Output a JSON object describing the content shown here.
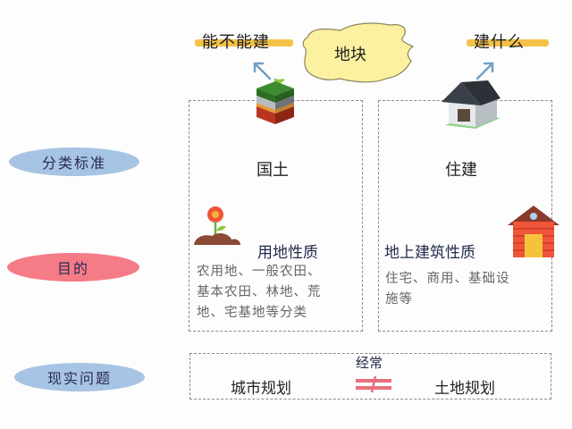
{
  "top": {
    "left_question": "能不能建",
    "center_cloud": "地块",
    "right_question": "建什么"
  },
  "row_labels": [
    {
      "label": "分类标准",
      "color": "#a7c4e4"
    },
    {
      "label": "目的",
      "color": "#f57b87"
    },
    {
      "label": "现实问题",
      "color": "#a7c4e4"
    }
  ],
  "columns": {
    "left": {
      "icon": "soil-layers-cube-icon",
      "title": "国土",
      "purpose_icon": "flower-sprout-icon",
      "purpose_title": "用地性质",
      "purpose_desc": [
        "农用地、一般农田、",
        "基本农田、林地、荒",
        "地、宅基地等分类"
      ]
    },
    "right": {
      "icon": "house-icon",
      "title": "住建",
      "purpose_icon": "red-barn-icon",
      "purpose_title": "地上建筑性质",
      "purpose_desc": [
        "住宅、商用、基础设",
        "施等"
      ]
    }
  },
  "bottom": {
    "left_text": "城市规划",
    "note": "经常",
    "relation_symbol": "≠",
    "right_text": "土地规划"
  },
  "colors": {
    "highlight_yellow": "#f2b728",
    "cloud_fill": "#fbf1a0",
    "arrow_blue": "#6f9fc8",
    "not_equal_pink": "#e8707a"
  }
}
